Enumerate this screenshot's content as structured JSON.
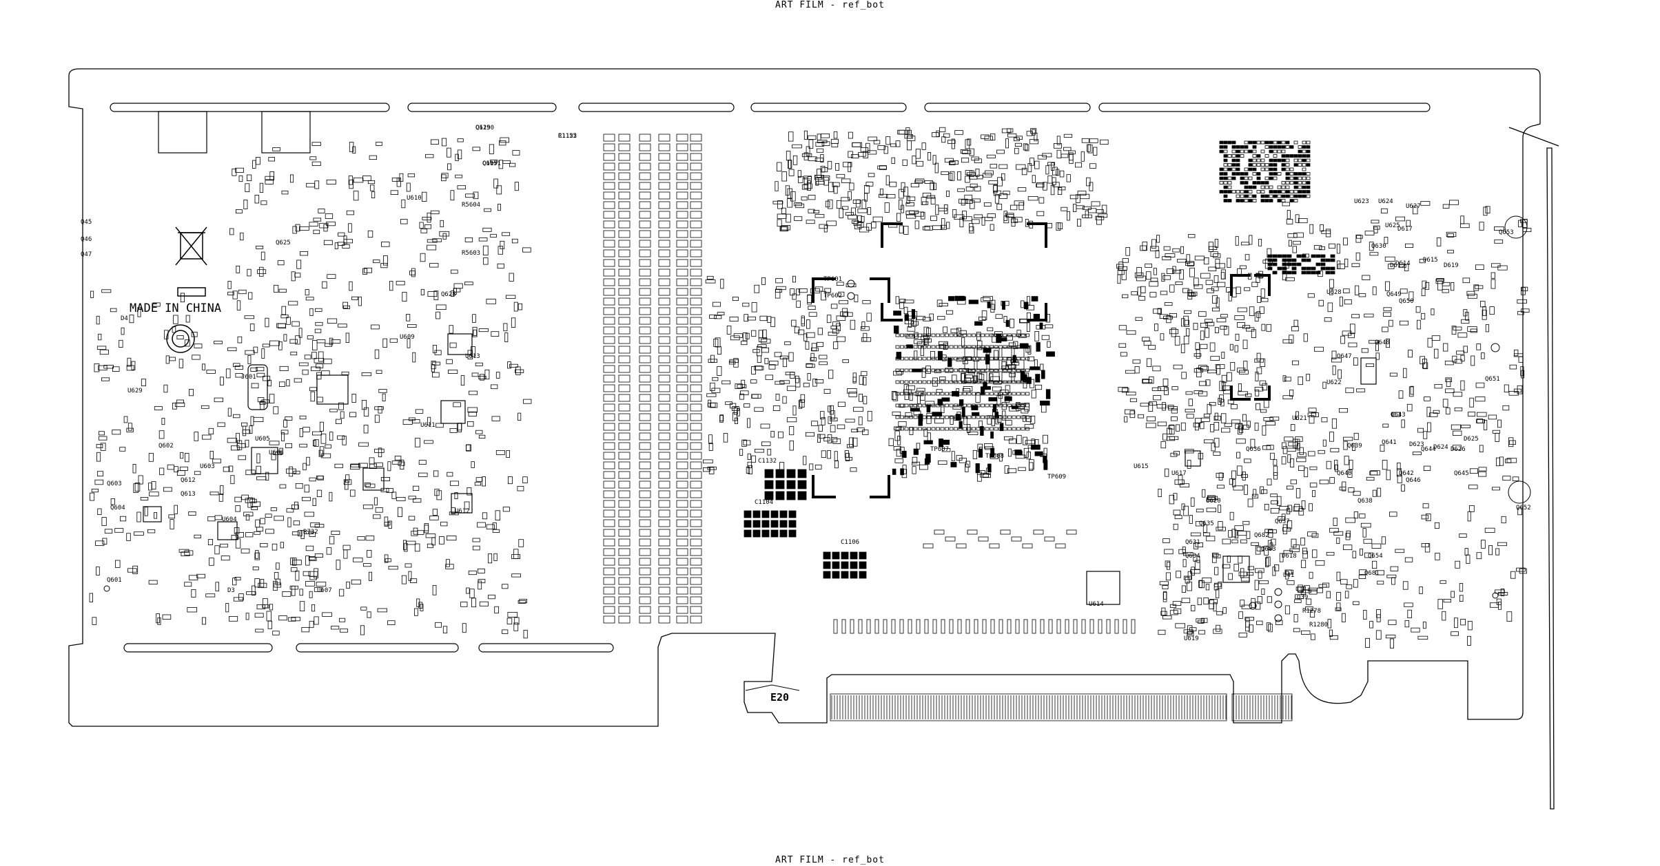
{
  "film": {
    "title_top": "ART FILM - ref_bot",
    "title_bottom": "ART FILM - ref_bot"
  },
  "board": {
    "marking": "MADE IN CHINA",
    "edge_label": "E20",
    "designators": [
      "Q629",
      "Q607",
      "R1122",
      "U610",
      "R5604",
      "R5603",
      "Q625",
      "Q628",
      "U609",
      "J601",
      "U613",
      "U611",
      "U629",
      "Q601",
      "Q602",
      "Q603",
      "Q604",
      "Q612",
      "Q613",
      "U603",
      "U604",
      "U605",
      "U606",
      "U607",
      "U612",
      "R732",
      "D3",
      "D4",
      "Q45",
      "Q46",
      "Q47",
      "TP601",
      "TP602",
      "C1132",
      "C1104",
      "C1106",
      "U614",
      "U615",
      "U617",
      "U619",
      "U620",
      "U621",
      "U622",
      "U623",
      "U624",
      "U625",
      "U627",
      "U628",
      "D613",
      "D614",
      "D615",
      "D617",
      "D618",
      "D619",
      "D623",
      "D624",
      "D625",
      "D626",
      "Q630",
      "Q631",
      "Q634",
      "Q635",
      "Q636",
      "Q637",
      "Q638",
      "Q639",
      "Q640",
      "Q641",
      "Q642",
      "Q643",
      "Q644",
      "Q645",
      "Q646",
      "Q647",
      "Q648",
      "Q649",
      "Q650",
      "Q651",
      "Q652",
      "Q653",
      "Q654",
      "Q681",
      "Q682",
      "Q683",
      "U41",
      "Q39",
      "R1278",
      "R1280",
      "TP607",
      "TP608",
      "TP609",
      "C1150",
      "C1151",
      "C1155"
    ]
  }
}
